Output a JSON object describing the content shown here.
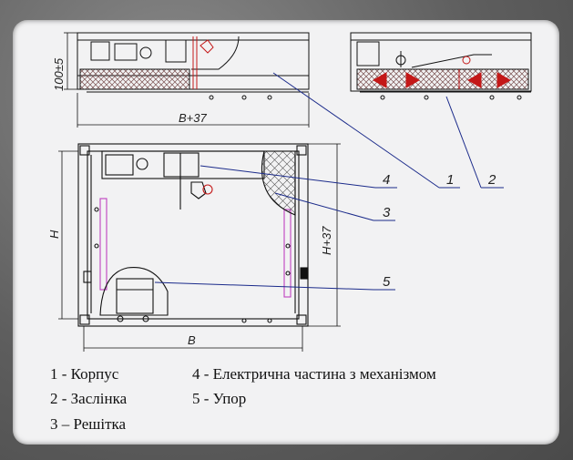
{
  "dimensions": {
    "height_top": "100±5",
    "width_top": "B+37",
    "height_side": "H",
    "height_right": "H+37",
    "width_bottom": "B"
  },
  "callouts": [
    "1",
    "2",
    "3",
    "4",
    "5"
  ],
  "legend": [
    "1 - Корпус",
    "2 - Заслінка",
    "3 – Решітка",
    "4 - Електрична частина з механізмом",
    "5 - Упор"
  ],
  "colors": {
    "line": "#111111",
    "red": "#c41818",
    "magenta": "#c040c0",
    "blue": "#1a2a8a",
    "hatch": "#6a4a4a"
  }
}
